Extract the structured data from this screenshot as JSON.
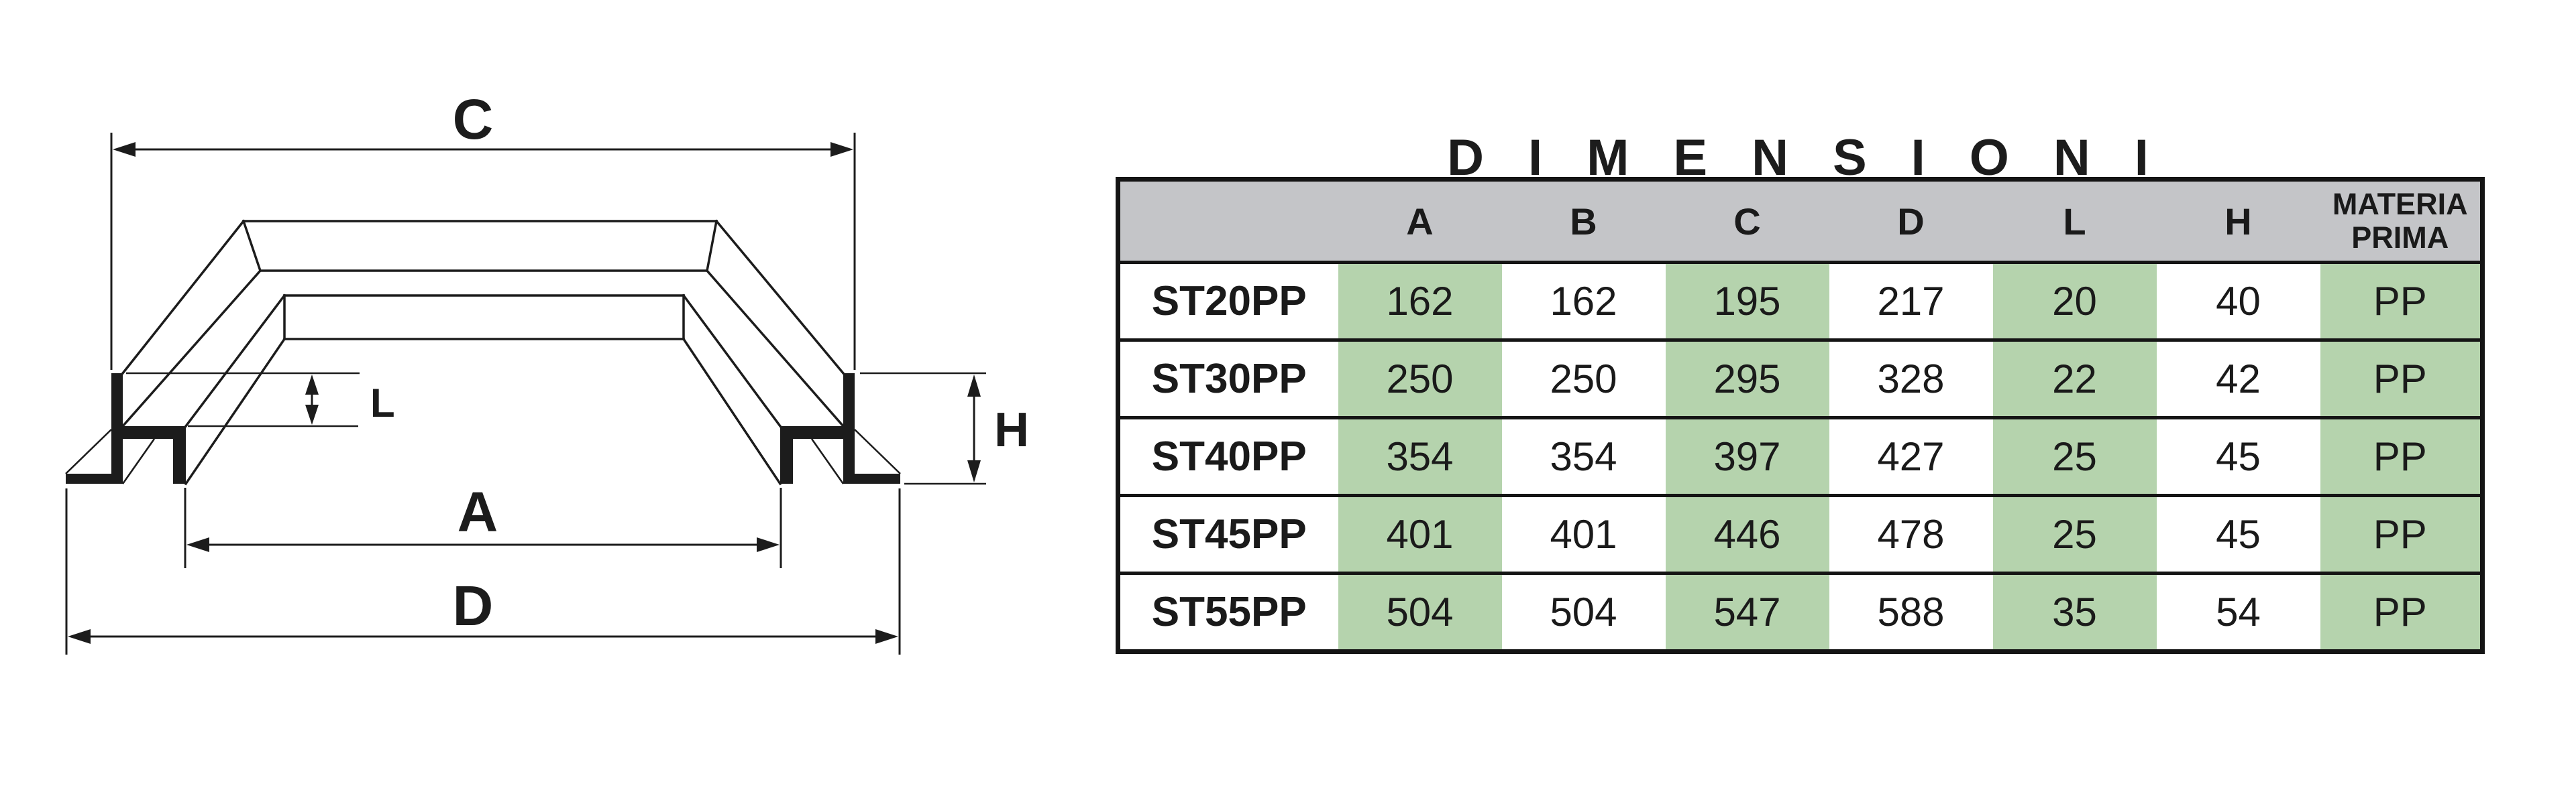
{
  "diagram": {
    "labels": {
      "c": "C",
      "l": "L",
      "h": "H",
      "a": "A",
      "d": "D"
    }
  },
  "table": {
    "title": "DIMENSIONI",
    "headers": [
      "A",
      "B",
      "C",
      "D",
      "L",
      "H"
    ],
    "material_header": [
      "MATERIA",
      "PRIMA"
    ],
    "rows": [
      {
        "model": "ST20PP",
        "values": [
          "162",
          "162",
          "195",
          "217",
          "20",
          "40",
          "PP"
        ]
      },
      {
        "model": "ST30PP",
        "values": [
          "250",
          "250",
          "295",
          "328",
          "22",
          "42",
          "PP"
        ]
      },
      {
        "model": "ST40PP",
        "values": [
          "354",
          "354",
          "397",
          "427",
          "25",
          "45",
          "PP"
        ]
      },
      {
        "model": "ST45PP",
        "values": [
          "401",
          "401",
          "446",
          "478",
          "25",
          "45",
          "PP"
        ]
      },
      {
        "model": "ST55PP",
        "values": [
          "504",
          "504",
          "547",
          "588",
          "35",
          "54",
          "PP"
        ]
      }
    ],
    "colors": {
      "header_bg": "#c4c5c8",
      "stripe_green": "#b5d3ad",
      "border": "#141414",
      "ink": "#1c1c1c"
    }
  }
}
